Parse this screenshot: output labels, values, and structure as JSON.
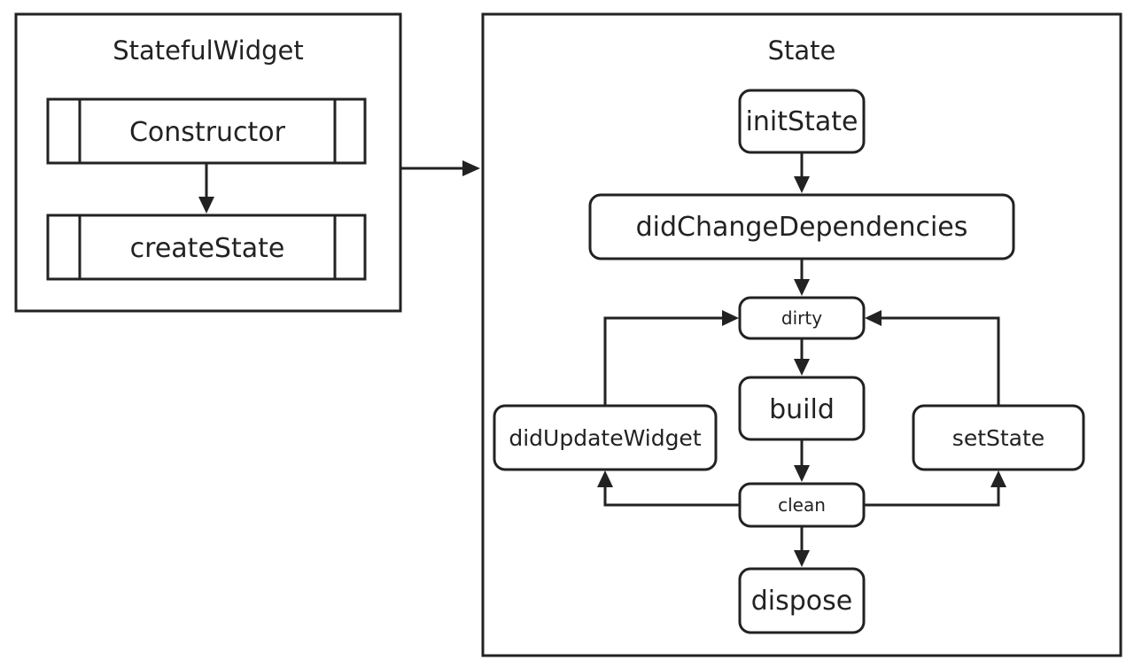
{
  "stateful_widget": {
    "title": "StatefulWidget",
    "steps": [
      "Constructor",
      "createState"
    ]
  },
  "state": {
    "title": "State",
    "nodes": {
      "init_state": "initState",
      "did_change_dependencies": "didChangeDependencies",
      "dirty": "dirty",
      "build": "build",
      "clean": "clean",
      "dispose": "dispose",
      "did_update_widget": "didUpdateWidget",
      "set_state": "setState"
    }
  },
  "colors": {
    "stroke": "#222222",
    "background": "#ffffff"
  }
}
